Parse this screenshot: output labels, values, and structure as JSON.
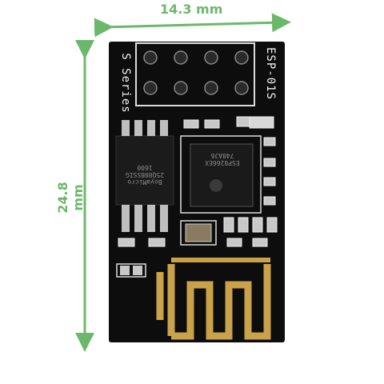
{
  "dimensions": {
    "width_label": "14.3 mm",
    "height_label": "24.8 mm",
    "arrow_color": "#6cb86a"
  },
  "board": {
    "model_silkscreen": "ESP-01S",
    "series_silkscreen": "S Series",
    "pcb_color": "#0d0d0d",
    "antenna_color": "#c9a24a",
    "flash_chip_text": "BoyaMicro\n25Q80BSSIG\n1600",
    "soc_chip_text": "ESP8266EX\n748AJ6"
  }
}
